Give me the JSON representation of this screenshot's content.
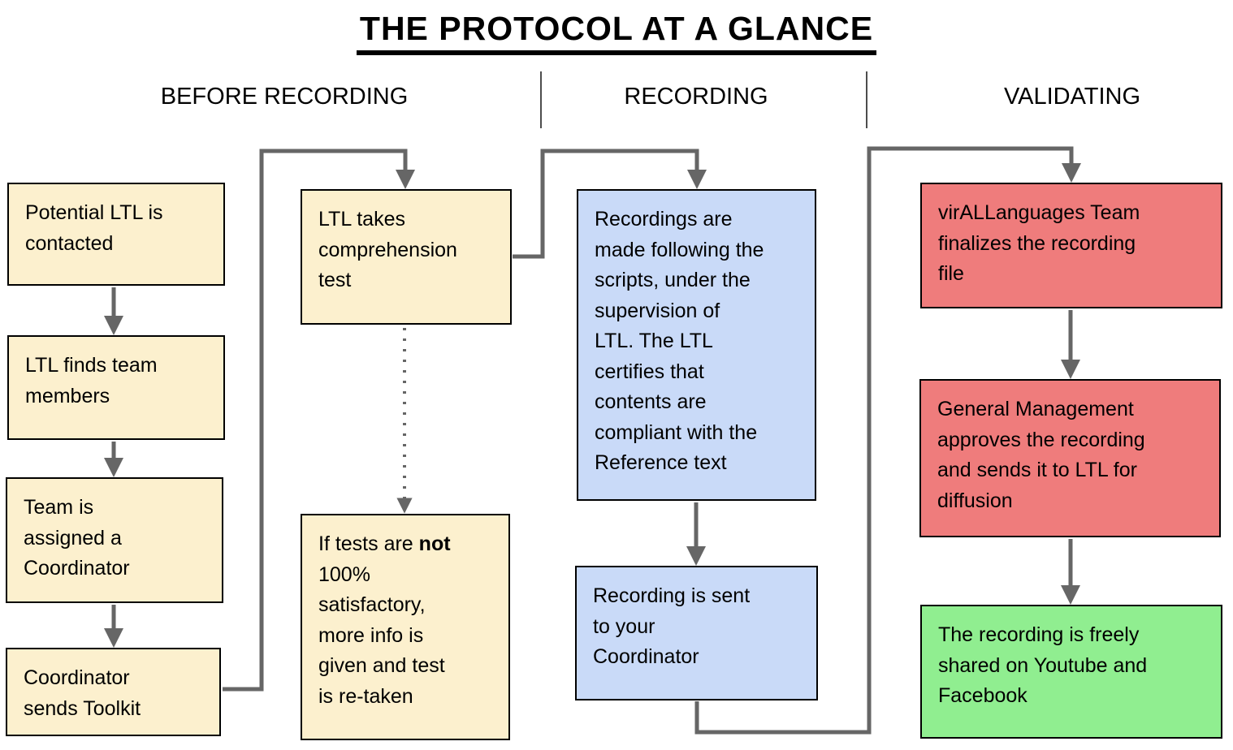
{
  "title": "THE PROTOCOL AT A GLANCE",
  "columns": [
    {
      "label": "BEFORE RECORDING"
    },
    {
      "label": "RECORDING"
    },
    {
      "label": "VALIDATING"
    }
  ],
  "boxes": {
    "potential_ltl": {
      "text": "Potential LTL is\ncontacted",
      "color": "#FCF0CE"
    },
    "finds_team": {
      "text": "LTL finds team\nmembers",
      "color": "#FCF0CE"
    },
    "assigned_coordinator": {
      "text": "Team is\nassigned a\nCoordinator",
      "color": "#FCF0CE"
    },
    "sends_toolkit": {
      "text": "Coordinator\nsends Toolkit",
      "color": "#FCF0CE"
    },
    "comprehension_test": {
      "text": "LTL takes\ncomprehension\ntest",
      "color": "#FCF0CE"
    },
    "test_retaken": {
      "pre": "If tests are ",
      "bold": "not",
      "post": "\n100%\nsatisfactory,\nmore info is\ngiven and test\nis re-taken",
      "color": "#FCF0CE"
    },
    "recordings_made": {
      "text": "Recordings are\nmade following the\nscripts, under the\nsupervision of\nLTL. The LTL\ncertifies that\ncontents are\ncompliant with the\nReference text",
      "color": "#C9DAF8"
    },
    "recording_sent": {
      "text": "Recording is sent\nto your\nCoordinator",
      "color": "#C9DAF8"
    },
    "team_finalizes": {
      "text": "virALLanguages Team\nfinalizes the recording\nfile",
      "color": "#EF7C7C"
    },
    "management_approves": {
      "text": "General Management\napproves the recording\nand sends it to LTL for\ndiffusion",
      "color": "#EF7C7C"
    },
    "freely_shared": {
      "text": "The recording is freely\nshared on Youtube and\nFacebook",
      "color": "#90EE90"
    }
  },
  "colors": {
    "box_cream": "#FCF0CE",
    "box_blue": "#C9DAF8",
    "box_red": "#EF7C7C",
    "box_green": "#90EE90",
    "arrow_gray": "#666666",
    "border_black": "#000000"
  }
}
